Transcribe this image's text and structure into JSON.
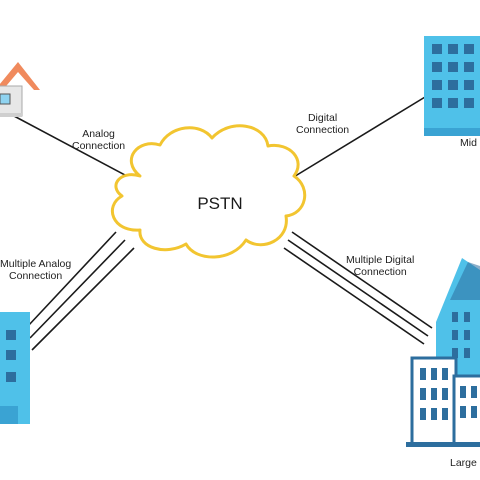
{
  "diagram": {
    "cloud_label": "PSTN",
    "links": [
      {
        "id": "analog",
        "line1": "Analog",
        "line2": "Connection"
      },
      {
        "id": "digital",
        "line1": "Digital",
        "line2": "Connection"
      },
      {
        "id": "multi-analog",
        "line1": "Multiple Analog",
        "line2": "Connection"
      },
      {
        "id": "multi-digital",
        "line1": "Multiple Digital",
        "line2": "Connection"
      }
    ],
    "nodes": {
      "mid": "Mid",
      "large": "Large"
    },
    "colors": {
      "cloud_fill": "#ffffff",
      "cloud_stroke": "#f2c530",
      "building_light": "#4fc1e9",
      "building_dark": "#2d6e9e",
      "roof": "#f08a5d"
    }
  }
}
